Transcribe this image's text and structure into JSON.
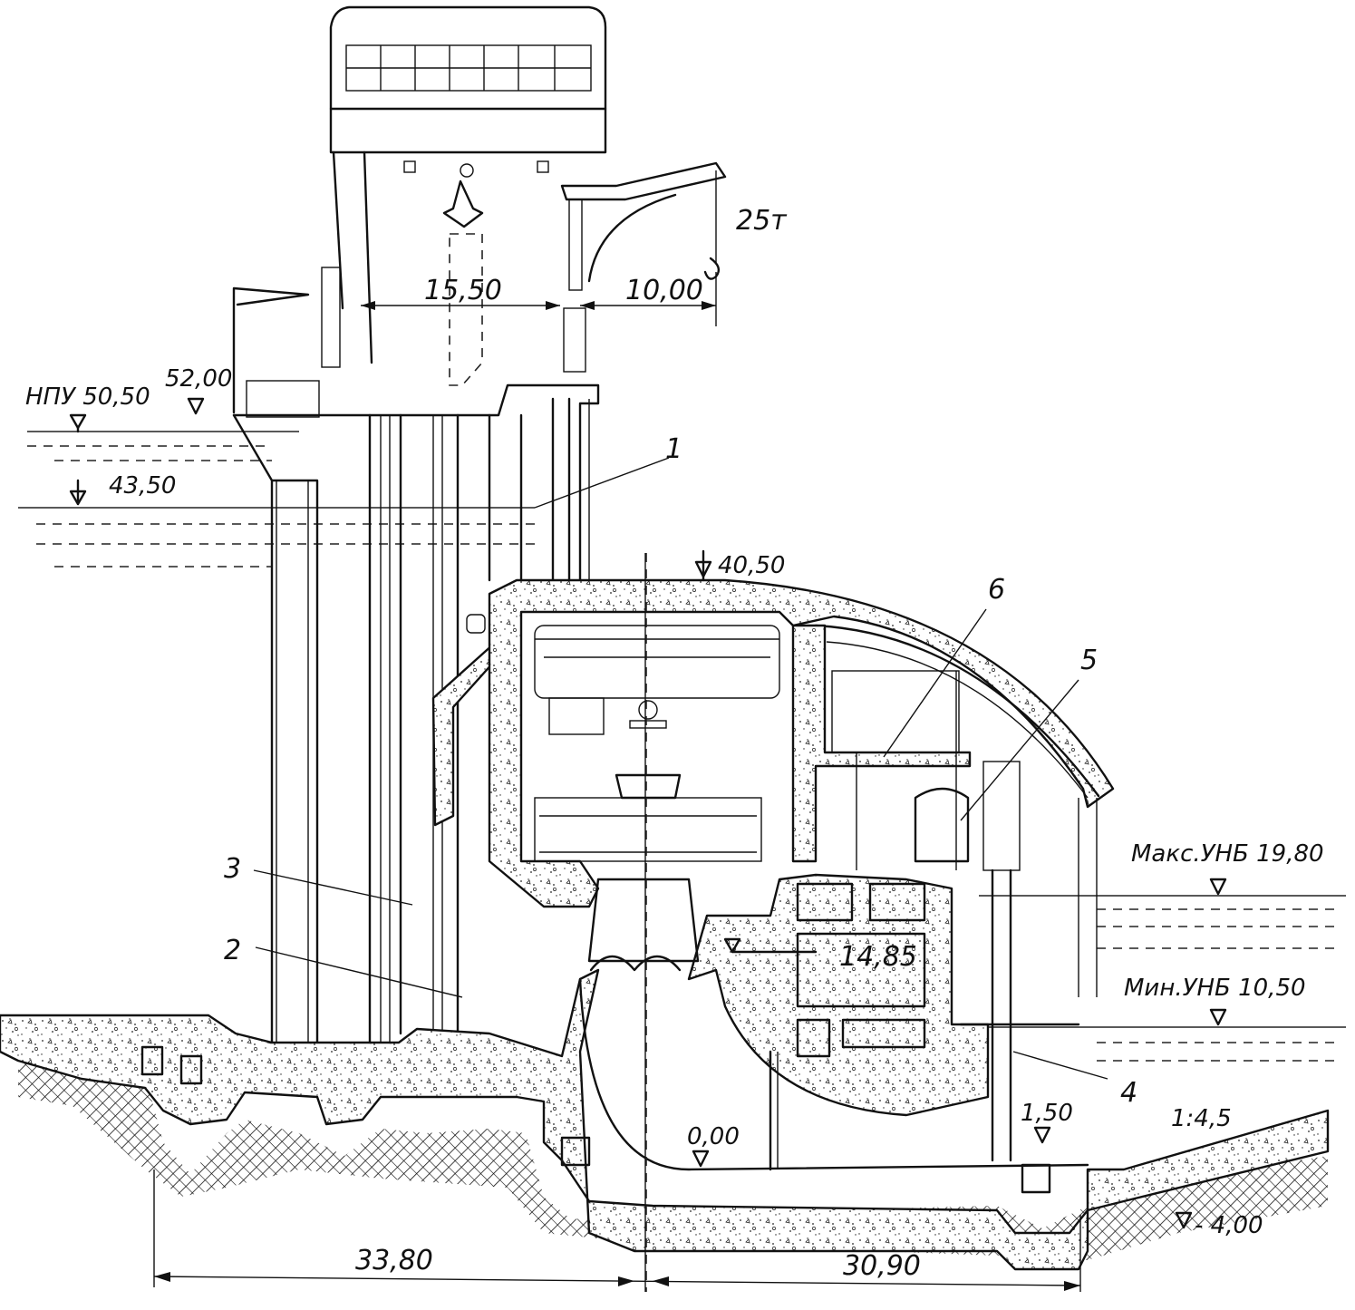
{
  "labels": {
    "npu": "НПУ 50,50",
    "crest": "52,00",
    "upstream_level": "43,50",
    "roof": "40,50",
    "max_tailwater": "Макс.УНБ 19,80",
    "min_tailwater": "Мин.УНБ 10,50",
    "turbine_axis": "14,85",
    "floor": "0,00",
    "apron_depth": "1,50",
    "tail_bottom": "- 4,00",
    "slope": "1:4,5",
    "crane_capacity": "25т",
    "crane_span": "15,50",
    "crane_reach": "10,00",
    "base_left": "33,80",
    "base_right": "30,90"
  },
  "callouts": [
    "1",
    "2",
    "3",
    "4",
    "5",
    "6"
  ],
  "colors": {
    "ink": "#111111",
    "paper": "#ffffff"
  }
}
